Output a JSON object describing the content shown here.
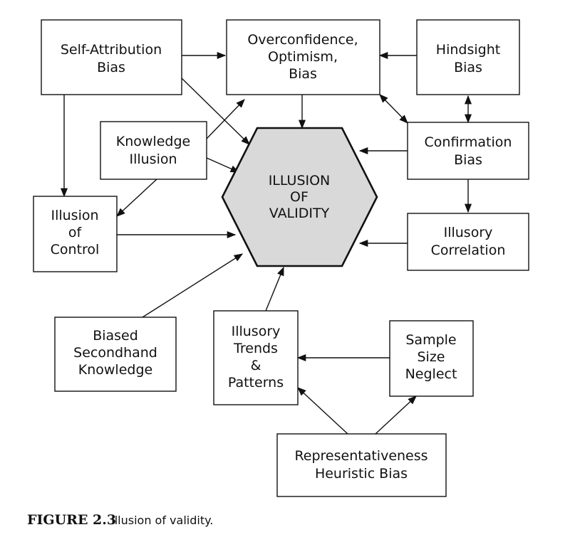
{
  "center": {
    "lines": [
      "ILLUSION",
      "OF",
      "VALIDITY"
    ],
    "fill": "#d9d9d9"
  },
  "nodes": {
    "self_attribution": {
      "lines": [
        "Self-Attribution",
        "Bias"
      ]
    },
    "overconfidence": {
      "lines": [
        "Overconfidence,",
        "Optimism,",
        "Bias"
      ]
    },
    "hindsight": {
      "lines": [
        "Hindsight",
        "Bias"
      ]
    },
    "knowledge_illusion": {
      "lines": [
        "Knowledge",
        "Illusion"
      ]
    },
    "confirmation": {
      "lines": [
        "Confirmation",
        "Bias"
      ]
    },
    "illusion_control": {
      "lines": [
        "Illusion",
        "of",
        "Control"
      ]
    },
    "illusory_correlation": {
      "lines": [
        "Illusory",
        "Correlation"
      ]
    },
    "biased_secondhand": {
      "lines": [
        "Biased",
        "Secondhand",
        "Knowledge"
      ]
    },
    "illusory_trends": {
      "lines": [
        "Illusory",
        "Trends",
        "&",
        "Patterns"
      ]
    },
    "sample_size": {
      "lines": [
        "Sample",
        "Size",
        "Neglect"
      ]
    },
    "representativeness": {
      "lines": [
        "Representativeness",
        "Heuristic Bias"
      ]
    }
  },
  "edges": [
    {
      "from": "self_attribution",
      "to": "overconfidence",
      "arrow": "end"
    },
    {
      "from": "hindsight",
      "to": "overconfidence",
      "arrow": "end"
    },
    {
      "from": "self_attribution",
      "to": "center",
      "arrow": "end"
    },
    {
      "from": "overconfidence",
      "to": "center",
      "arrow": "end"
    },
    {
      "from": "self_attribution",
      "to": "illusion_control",
      "arrow": "end"
    },
    {
      "from": "knowledge_illusion",
      "to": "overconfidence",
      "arrow": "end"
    },
    {
      "from": "knowledge_illusion",
      "to": "center",
      "arrow": "end"
    },
    {
      "from": "knowledge_illusion",
      "to": "illusion_control",
      "arrow": "end"
    },
    {
      "from": "overconfidence",
      "to": "confirmation",
      "arrow": "both"
    },
    {
      "from": "hindsight",
      "to": "confirmation",
      "arrow": "both"
    },
    {
      "from": "confirmation",
      "to": "center",
      "arrow": "end"
    },
    {
      "from": "confirmation",
      "to": "illusory_correlation",
      "arrow": "end"
    },
    {
      "from": "illusory_correlation",
      "to": "center",
      "arrow": "end"
    },
    {
      "from": "illusion_control",
      "to": "center",
      "arrow": "end"
    },
    {
      "from": "biased_secondhand",
      "to": "center",
      "arrow": "end"
    },
    {
      "from": "illusory_trends",
      "to": "center",
      "arrow": "end"
    },
    {
      "from": "sample_size",
      "to": "illusory_trends",
      "arrow": "end"
    },
    {
      "from": "representativeness",
      "to": "illusory_trends",
      "arrow": "end"
    },
    {
      "from": "representativeness",
      "to": "sample_size",
      "arrow": "end"
    }
  ],
  "caption": {
    "figure_label": "FIGURE 2.3",
    "text": "Illusion of validity."
  }
}
